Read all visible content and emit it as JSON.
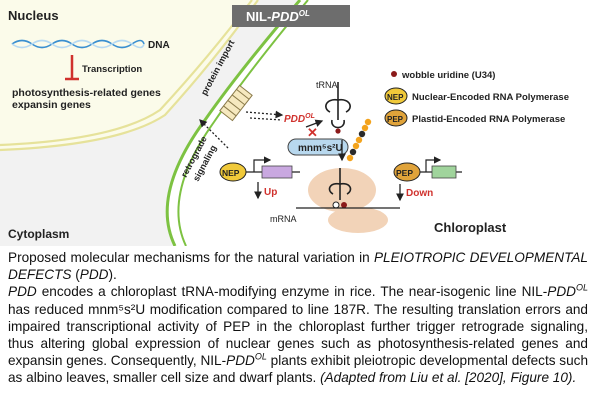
{
  "figure": {
    "title_prefix": "NIL-",
    "title_gene": "PDD",
    "title_sup": "OL",
    "nucleus": "Nucleus",
    "cytoplasm": "Cytoplasm",
    "chloroplast": "Chloroplast",
    "dna": "DNA",
    "transcription": "Transcription",
    "nuclear_genes_line1": "photosynthesis-related genes",
    "nuclear_genes_line2": "expansin genes",
    "protein_import": "protein import",
    "retrograde_line1": "retrograde",
    "retrograde_line2": "signaling",
    "trna": "tRNA",
    "pdd_label": "PDD",
    "pdd_sup": "OL",
    "modification": "mnm⁵s²U",
    "nep_badge": "NEP",
    "pep_badge": "PEP",
    "up": "Up",
    "down": "Down",
    "mrna": "mRNA",
    "legend": {
      "wobble": "wobble uridine (U34)",
      "nep": "Nuclear-Encoded RNA Polymerase",
      "pep": "Plastid-Encoded RNA Polymerase"
    },
    "colors": {
      "chloroplast_membrane": "#7dc242",
      "nuclear_envelope": "#e6e29a",
      "transcription_arrow": "#d0312d",
      "nep_fill": "#f0c93a",
      "pep_fill": "#e0a33a",
      "nep_gene": "#c9a8e0",
      "pep_gene": "#a0d49c",
      "ribosome": "#f2d3b8",
      "modification_fill": "#b8d8ee",
      "peptide": "#f3a31c",
      "wobble_dot": "#8b1a1a"
    }
  },
  "caption": {
    "line1_a": "Proposed molecular mechanisms for the natural variation in ",
    "line1_b": "PLEIOTROPIC DEVELOPMENTAL DEFECTS",
    "line1_c": " (",
    "line1_d": "PDD",
    "line1_e": ").",
    "p2_gene1": "PDD",
    "p2_a": " encodes a chloroplast tRNA-modifying enzyme in rice. The near-isogenic line NIL-",
    "p2_gene2": "PDD",
    "p2_sup1": "OL",
    "p2_b": " has reduced mnm⁵s²U modification compared to line 187R. The resulting translation errors and impaired transcriptional activity of PEP in the chloroplast further trigger retrograde signaling, thus altering global expression of nuclear genes such as photosynthesis-related genes and expansin genes. Consequently, NIL-",
    "p2_gene3": "PDD",
    "p2_sup2": "OL",
    "p2_c": " plants exhibit pleiotropic developmental defects such as albino leaves, smaller cell size and dwarf plants. ",
    "p2_ref": "(Adapted from Liu et al. [2020], Figure 10)."
  }
}
